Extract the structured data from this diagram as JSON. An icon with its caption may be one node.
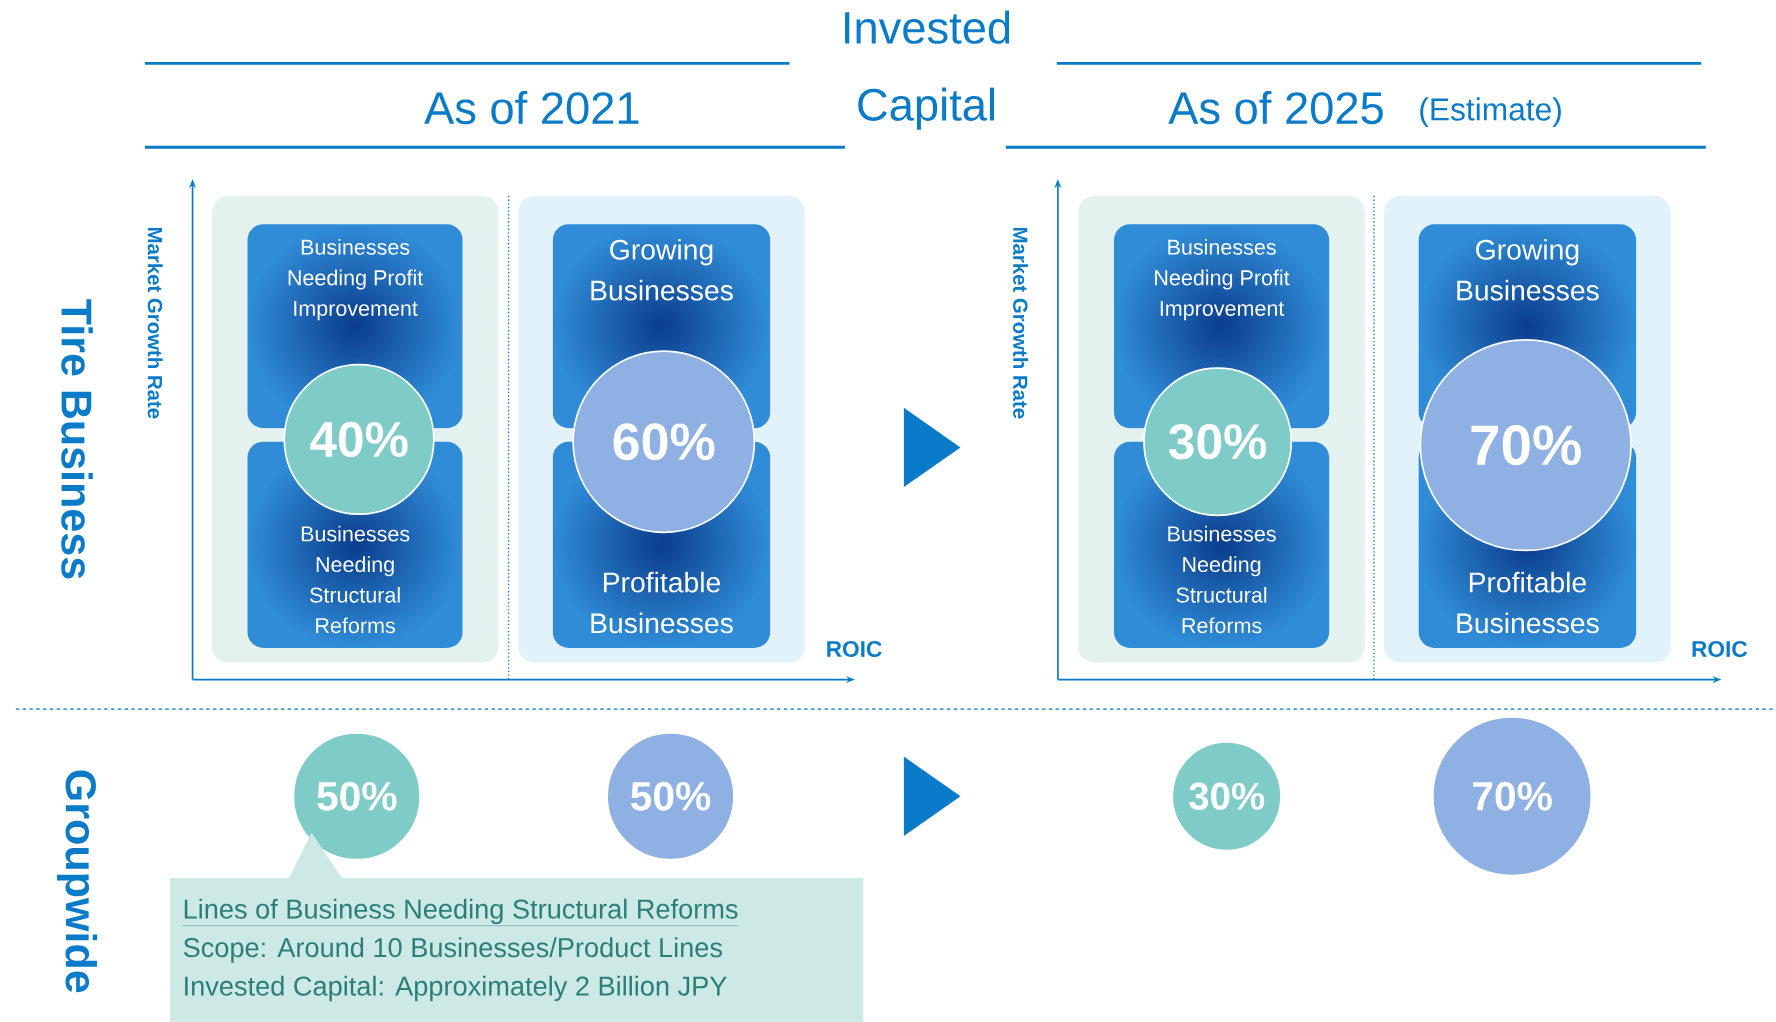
{
  "diagram": {
    "title": "Invested Capital",
    "nodes": [
      {
        "text": [],
        "shape": "box"
      },
      {
        "text": [
          "Businesses Needing Profit Improvement"
        ],
        "in": 0
      },
      {
        "text": [
          "40%"
        ],
        "in": 0
      },
      {
        "text": [
          "Businesses Needing Structural Reforms"
        ],
        "in": 0
      },
      {
        "text": [],
        "shape": "box"
      },
      {
        "text": [
          "Growing Businesses"
        ],
        "in": 4
      },
      {
        "text": [
          "60%"
        ],
        "in": 4
      },
      {
        "text": [
          "Profitable Businesses"
        ],
        "in": 4
      },
      {
        "text": [],
        "shape": "box"
      },
      {
        "text": [
          "Businesses Needing Profit Improvement"
        ],
        "in": 8
      },
      {
        "text": [
          "30%"
        ],
        "in": 8
      },
      {
        "text": [
          "Businesses Needing Structural Reforms"
        ],
        "in": 8
      },
      {
        "text": [],
        "shape": "box"
      },
      {
        "text": [
          "Growing Businesses"
        ],
        "in": 12
      },
      {
        "text": [
          "70%"
        ],
        "in": 12
      },
      {
        "text": [
          "Profitable Businesses"
        ],
        "in": 12
      },
      {
        "text": [
          "50%"
        ]
      },
      {
        "text": [
          "50%"
        ]
      },
      {
        "text": [
          "30%"
        ]
      },
      {
        "text": [
          "70%"
        ]
      },
      {
        "text": [
          "Lines of Business Needing Structural Reforms",
          "Scope: Around 10 Businesses/Product Lines",
          "Invested Capital: Approximately 2 Billion JPY"
        ]
      }
    ],
    "labels": [
      "As of 2021",
      "As of 2025",
      "(Estimate)",
      "Tire Business",
      "Market Growth Rate",
      "ROIC",
      "Market Growth Rate",
      "ROIC",
      "Groupwide"
    ]
  }
}
